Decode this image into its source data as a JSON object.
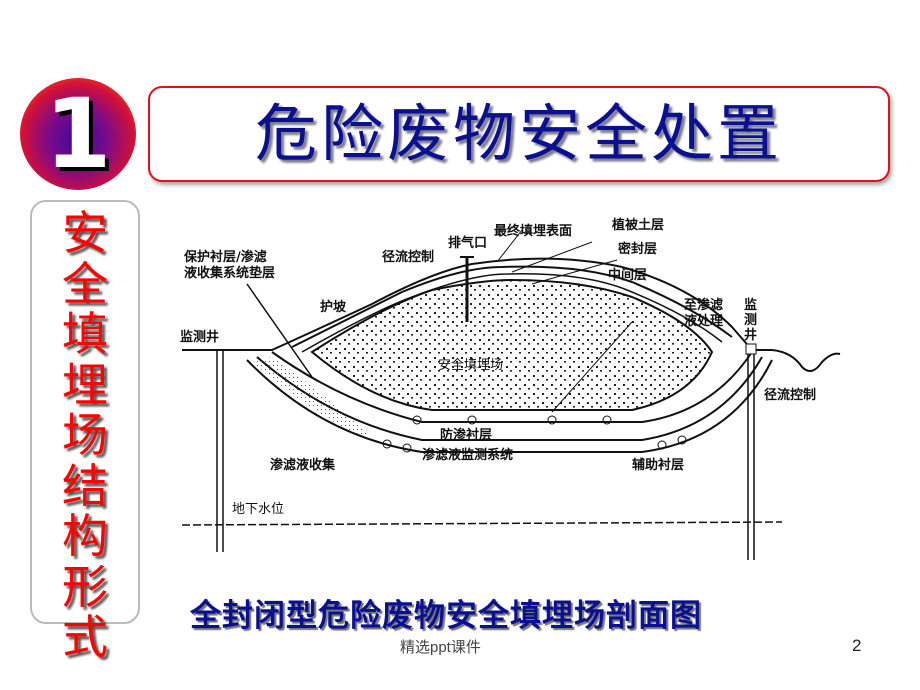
{
  "slide": {
    "badge_number": "1",
    "title": "危险废物安全处置",
    "side_heading": "安全填埋场结构形式",
    "caption": "全封闭型危险废物安全填埋场剖面图",
    "footer": "精选ppt课件",
    "page_number": "2"
  },
  "diagram": {
    "labels": {
      "protective_liner": "保护衬层/渗滤",
      "protective_liner_2": "液收集系统垫层",
      "runoff_control_top": "径流控制",
      "vent": "排气口",
      "final_surface": "最终填埋表面",
      "vegetation_layer": "植被土层",
      "seal_layer": "密封层",
      "middle_layer": "中间层",
      "slope_protection": "护坡",
      "monitor_well_left": "监测井",
      "to_leachate_1": "至渗滤",
      "to_leachate_2": "液处理",
      "monitor_well_right": "监测井",
      "runoff_control_right": "径流控制",
      "landfill": "安全填埋场",
      "impermeable_liner": "防渗衬层",
      "leachate_collection": "渗滤液收集",
      "leachate_monitoring": "渗滤液监测系统",
      "auxiliary_liner": "辅助衬层",
      "groundwater_level": "地下水位"
    },
    "colors": {
      "title_text": "#0a1090",
      "side_text": "#ff0000",
      "title_border": "#e0101a"
    }
  }
}
